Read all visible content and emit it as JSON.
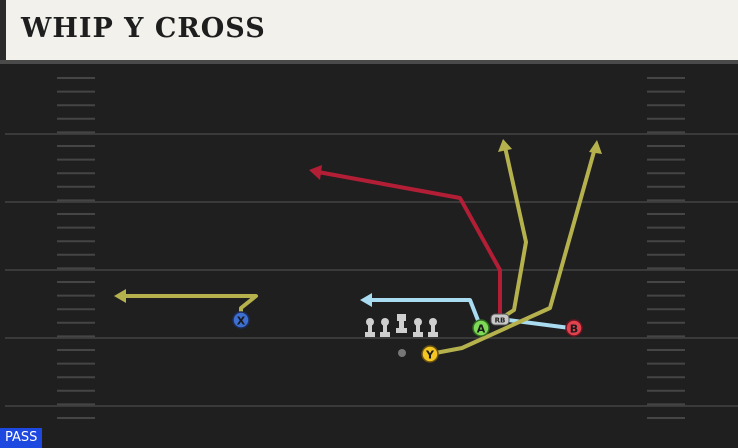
{
  "header": {
    "title": "WHIP Y CROSS"
  },
  "play_type": "PASS",
  "players": {
    "x": {
      "label": "X",
      "color": "#3d6fd0"
    },
    "a": {
      "label": "A",
      "color": "#7ed957"
    },
    "b": {
      "label": "B",
      "color": "#e0424e"
    },
    "y": {
      "label": "Y",
      "color": "#f3c623"
    },
    "rb": {
      "label": "RB",
      "color": "#c8c8c8"
    }
  },
  "routes": {
    "x": {
      "color": "#b5b24e"
    },
    "y_cross": {
      "color": "#b5b24e"
    },
    "b_vertical": {
      "color": "#b5b24e"
    },
    "rb_post": {
      "color": "#b5b24e"
    },
    "rb_corner": {
      "color": "#b21e35"
    },
    "a_flat": {
      "color": "#a9dcf0"
    }
  },
  "colors": {
    "field": "#1f1f1f",
    "yard_line": "#3a3a3a",
    "hash": "#454545",
    "lineman": "#cfcfcf",
    "header_bg": "#f2f1ec",
    "badge_bg": "#1e49e0"
  }
}
